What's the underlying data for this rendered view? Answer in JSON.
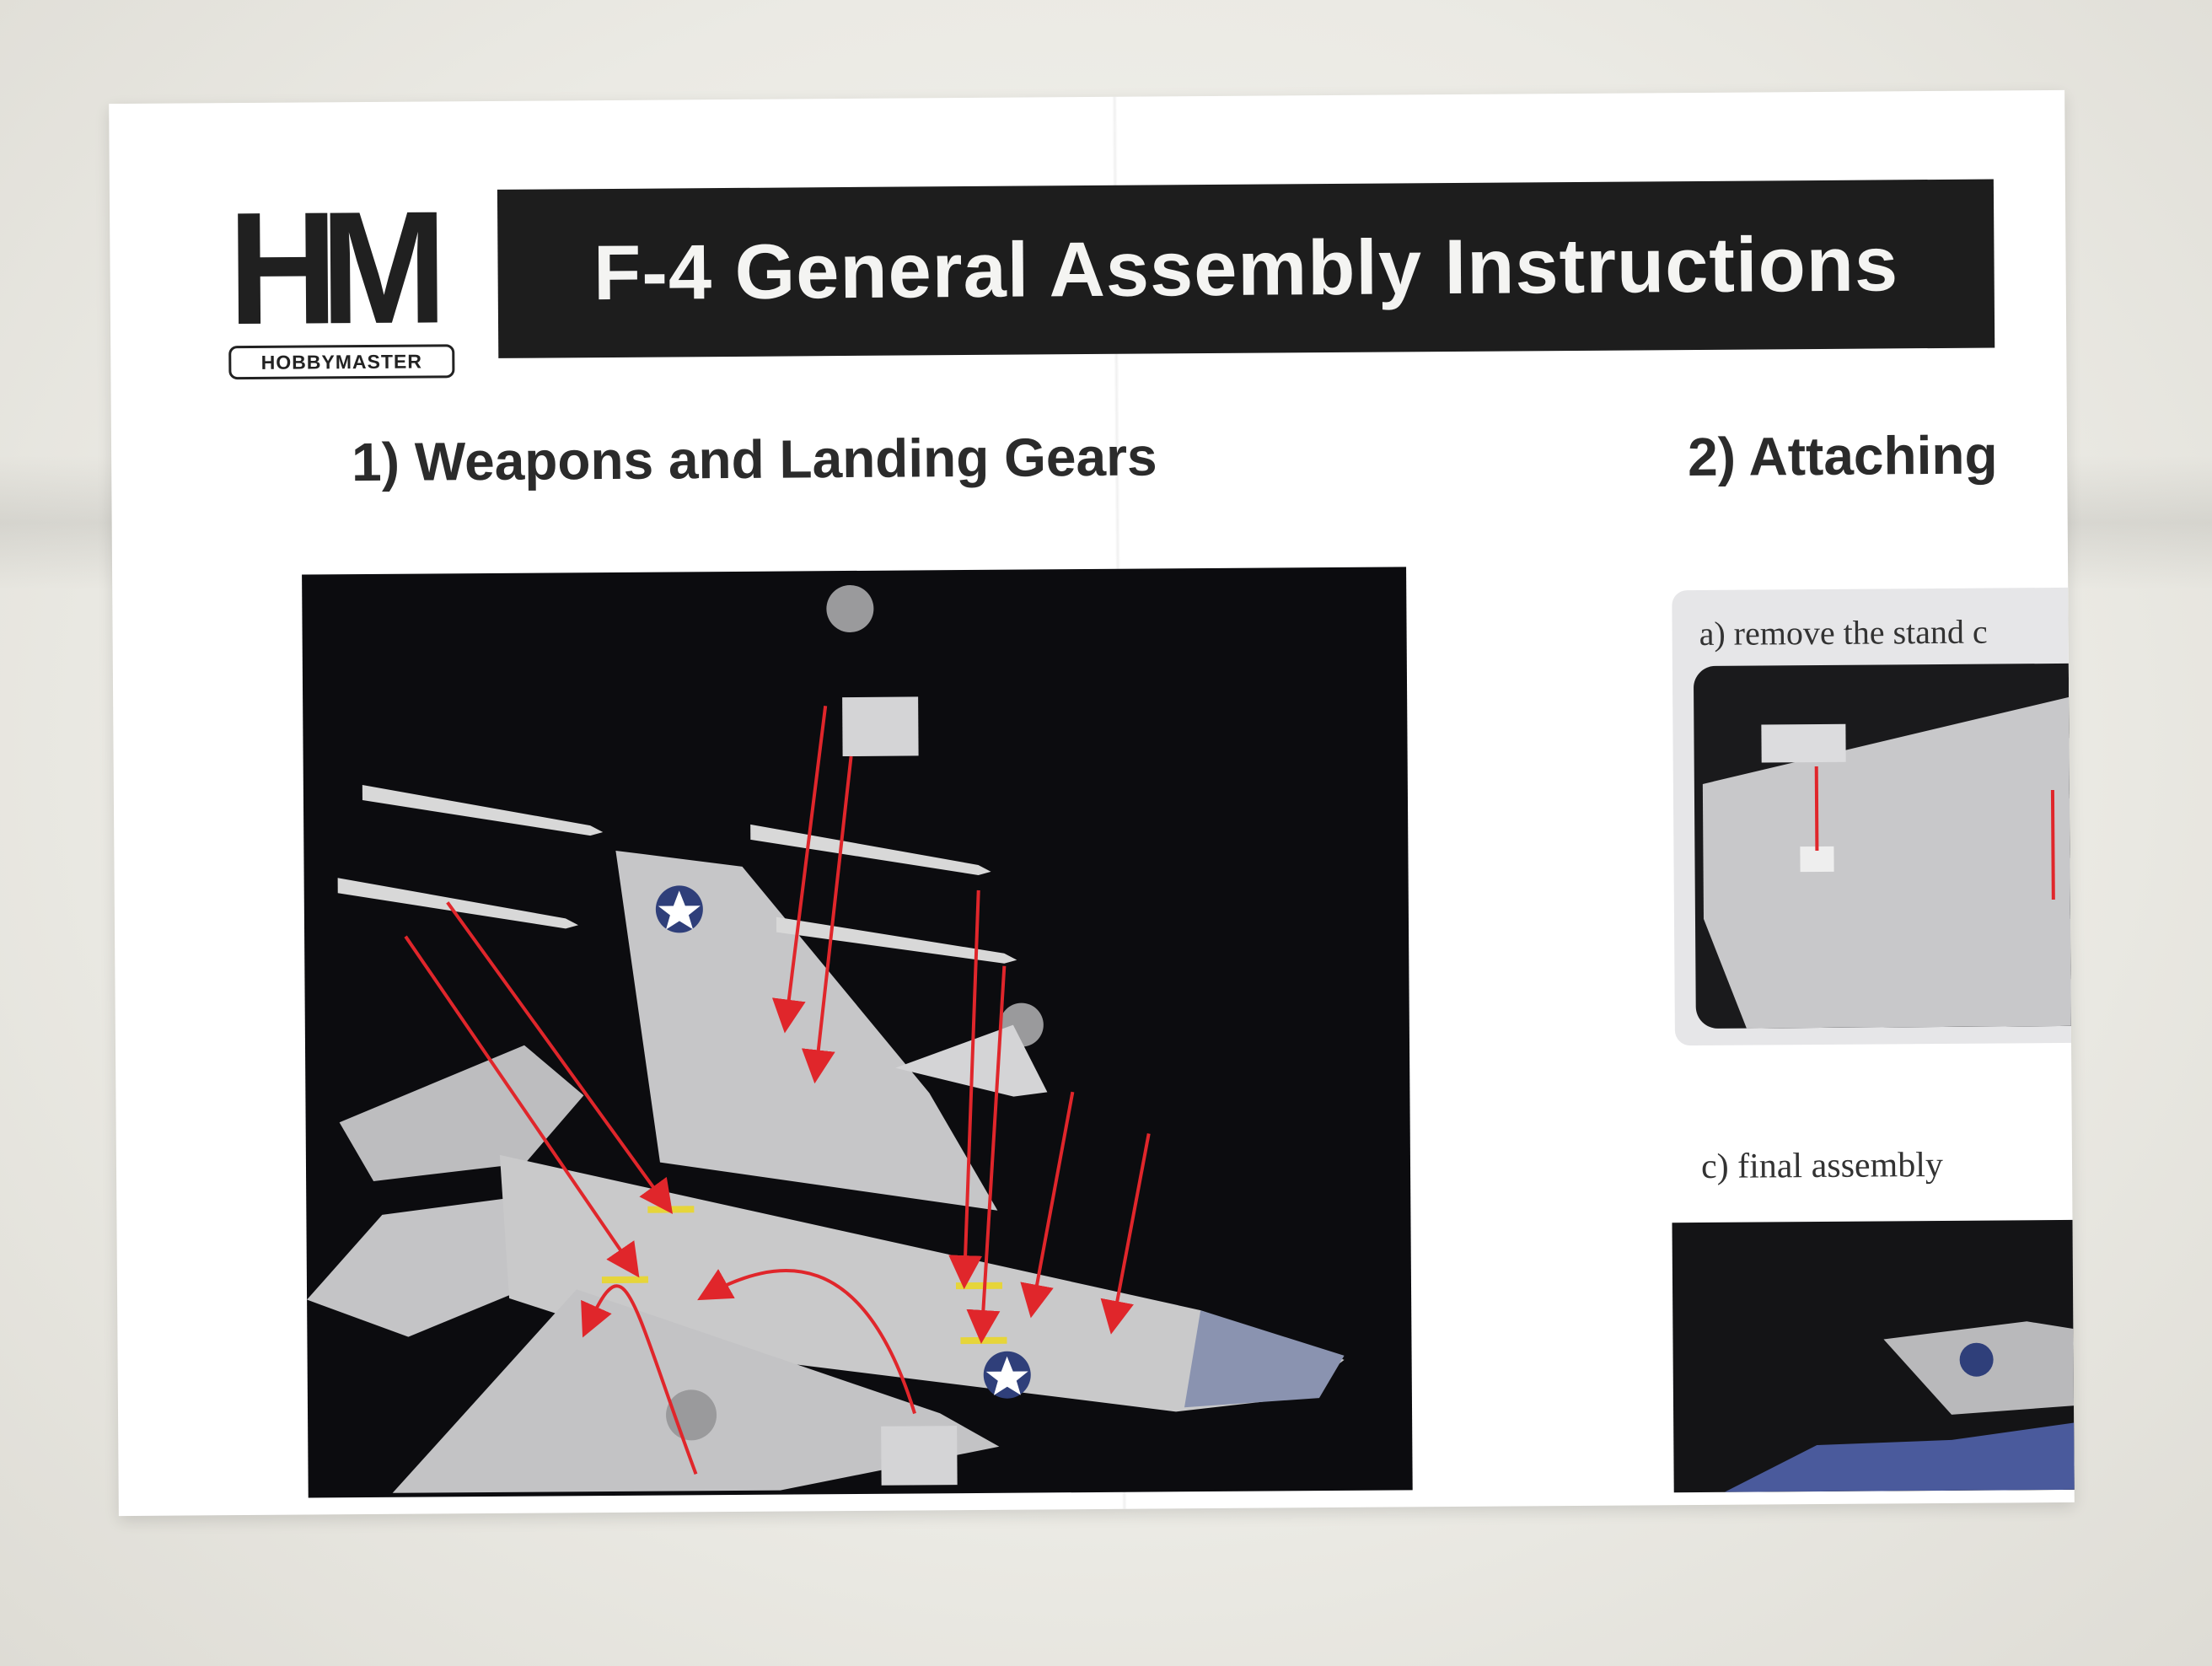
{
  "logo": {
    "mark": "HM",
    "wordmark": "HOBBYMASTER"
  },
  "title": "F-4 General Assembly Instructions",
  "sections": {
    "weapons": "1) Weapons and Landing Gears",
    "attaching": "2) Attaching"
  },
  "panels": {
    "a_caption": "a) remove the stand c",
    "c_caption": "c) final assembly"
  },
  "colors": {
    "banner": "#1d1d1d",
    "diagram_background": "#0c0c0f",
    "arrow": "#e0262b",
    "attachment_marker": "#e6d53a",
    "aircraft": "#c9c9ca"
  }
}
